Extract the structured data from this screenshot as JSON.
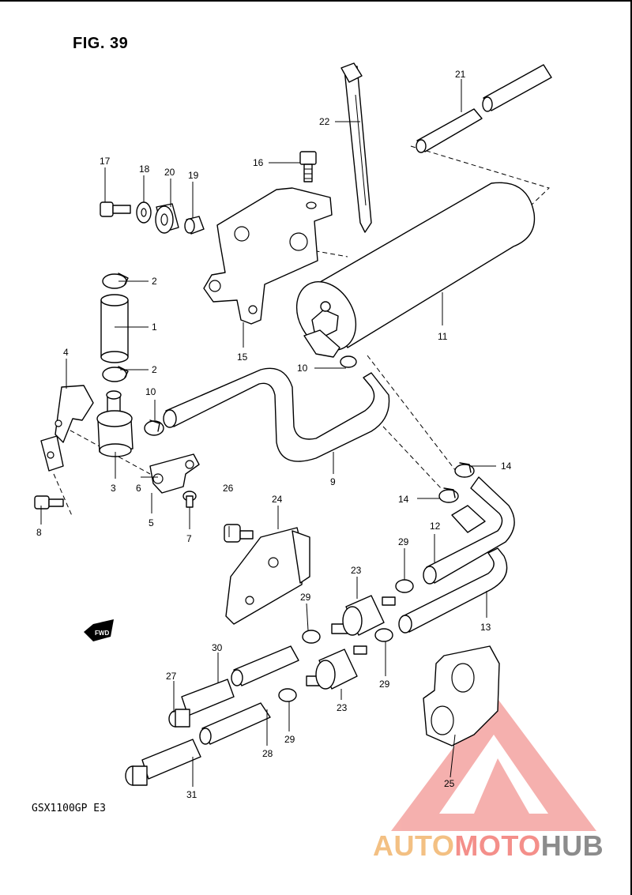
{
  "figure": {
    "title": "FIG. 39",
    "model": "GSX1100GP  E3"
  },
  "direction_badge": {
    "label": "FWD"
  },
  "watermark": {
    "part1": "AUTO",
    "part2": "MOTO",
    "part3": "HUB",
    "colors": {
      "auto": "#f3c083",
      "moto": "#f48f8a",
      "hub": "#8c8c8c",
      "triangle": "#f4a3a0"
    }
  },
  "callouts": [
    {
      "id": "c1",
      "num": "1"
    },
    {
      "id": "c2a",
      "num": "2"
    },
    {
      "id": "c2b",
      "num": "2"
    },
    {
      "id": "c3",
      "num": "3"
    },
    {
      "id": "c4",
      "num": "4"
    },
    {
      "id": "c5",
      "num": "5"
    },
    {
      "id": "c6",
      "num": "6"
    },
    {
      "id": "c7",
      "num": "7"
    },
    {
      "id": "c8",
      "num": "8"
    },
    {
      "id": "c9",
      "num": "9"
    },
    {
      "id": "c10a",
      "num": "10"
    },
    {
      "id": "c10b",
      "num": "10"
    },
    {
      "id": "c11",
      "num": "11"
    },
    {
      "id": "c12",
      "num": "12"
    },
    {
      "id": "c13",
      "num": "13"
    },
    {
      "id": "c14a",
      "num": "14"
    },
    {
      "id": "c14b",
      "num": "14"
    },
    {
      "id": "c15",
      "num": "15"
    },
    {
      "id": "c16",
      "num": "16"
    },
    {
      "id": "c17",
      "num": "17"
    },
    {
      "id": "c18",
      "num": "18"
    },
    {
      "id": "c19",
      "num": "19"
    },
    {
      "id": "c20",
      "num": "20"
    },
    {
      "id": "c21",
      "num": "21"
    },
    {
      "id": "c22",
      "num": "22"
    },
    {
      "id": "c23a",
      "num": "23"
    },
    {
      "id": "c23b",
      "num": "23"
    },
    {
      "id": "c24",
      "num": "24"
    },
    {
      "id": "c25",
      "num": "25"
    },
    {
      "id": "c26",
      "num": "26"
    },
    {
      "id": "c27",
      "num": "27"
    },
    {
      "id": "c28",
      "num": "28"
    },
    {
      "id": "c29a",
      "num": "29"
    },
    {
      "id": "c29b",
      "num": "29"
    },
    {
      "id": "c29c",
      "num": "29"
    },
    {
      "id": "c29d",
      "num": "29"
    },
    {
      "id": "c30",
      "num": "30"
    },
    {
      "id": "c31",
      "num": "31"
    }
  ]
}
